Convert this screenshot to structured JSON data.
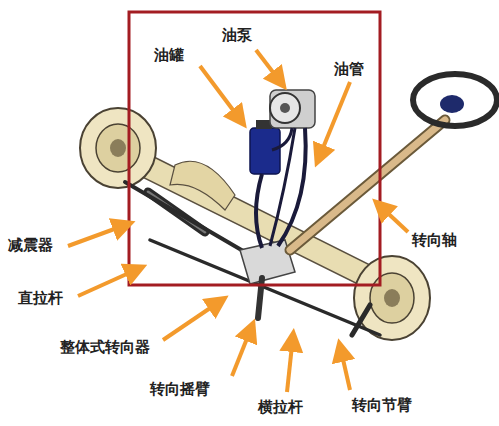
{
  "diagram": {
    "labels": [
      "油泵",
      "油罐",
      "油管",
      "减震器",
      "转向轴",
      "直拉杆",
      "整体式转向器",
      "转向摇臂",
      "横拉杆",
      "转向节臂"
    ]
  }
}
